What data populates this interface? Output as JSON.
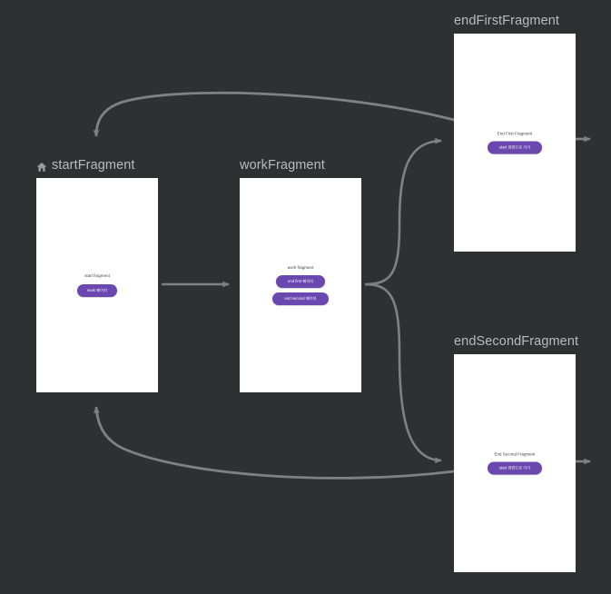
{
  "editor": {
    "name": "navigation-graph-editor",
    "background_color": "#2f3032",
    "edge_color": "#808183",
    "panel_color": "#ffffff",
    "label_color": "#b9bbbd",
    "accent_color": "#6a48b0"
  },
  "destinations": [
    {
      "id": "startFragment",
      "label": "startFragment",
      "is_start_destination": true,
      "start_icon": "home-icon",
      "preview": {
        "title": "start fragment",
        "buttons": [
          {
            "label": "work 페이지"
          }
        ]
      }
    },
    {
      "id": "workFragment",
      "label": "workFragment",
      "is_start_destination": false,
      "preview": {
        "title": "work fragment",
        "buttons": [
          {
            "label": "end first 페이지"
          },
          {
            "label": "end second 페이지"
          }
        ]
      }
    },
    {
      "id": "endFirstFragment",
      "label": "endFirstFragment",
      "is_start_destination": false,
      "preview": {
        "title": "End First Fragment",
        "buttons": [
          {
            "label": "start 화면으로 가기"
          }
        ]
      }
    },
    {
      "id": "endSecondFragment",
      "label": "endSecondFragment",
      "is_start_destination": false,
      "preview": {
        "title": "End Second Fragment",
        "buttons": [
          {
            "label": "start 화면으로 가기"
          }
        ]
      }
    }
  ],
  "actions": [
    {
      "id": "action-start-to-work",
      "from": "startFragment",
      "to": "workFragment"
    },
    {
      "id": "action-work-to-end-first",
      "from": "workFragment",
      "to": "endFirstFragment"
    },
    {
      "id": "action-work-to-end-second",
      "from": "workFragment",
      "to": "endSecondFragment"
    },
    {
      "id": "action-end-first-to-start",
      "from": "endFirstFragment",
      "to": "startFragment"
    },
    {
      "id": "action-end-second-to-start",
      "from": "endSecondFragment",
      "to": "startFragment"
    }
  ]
}
